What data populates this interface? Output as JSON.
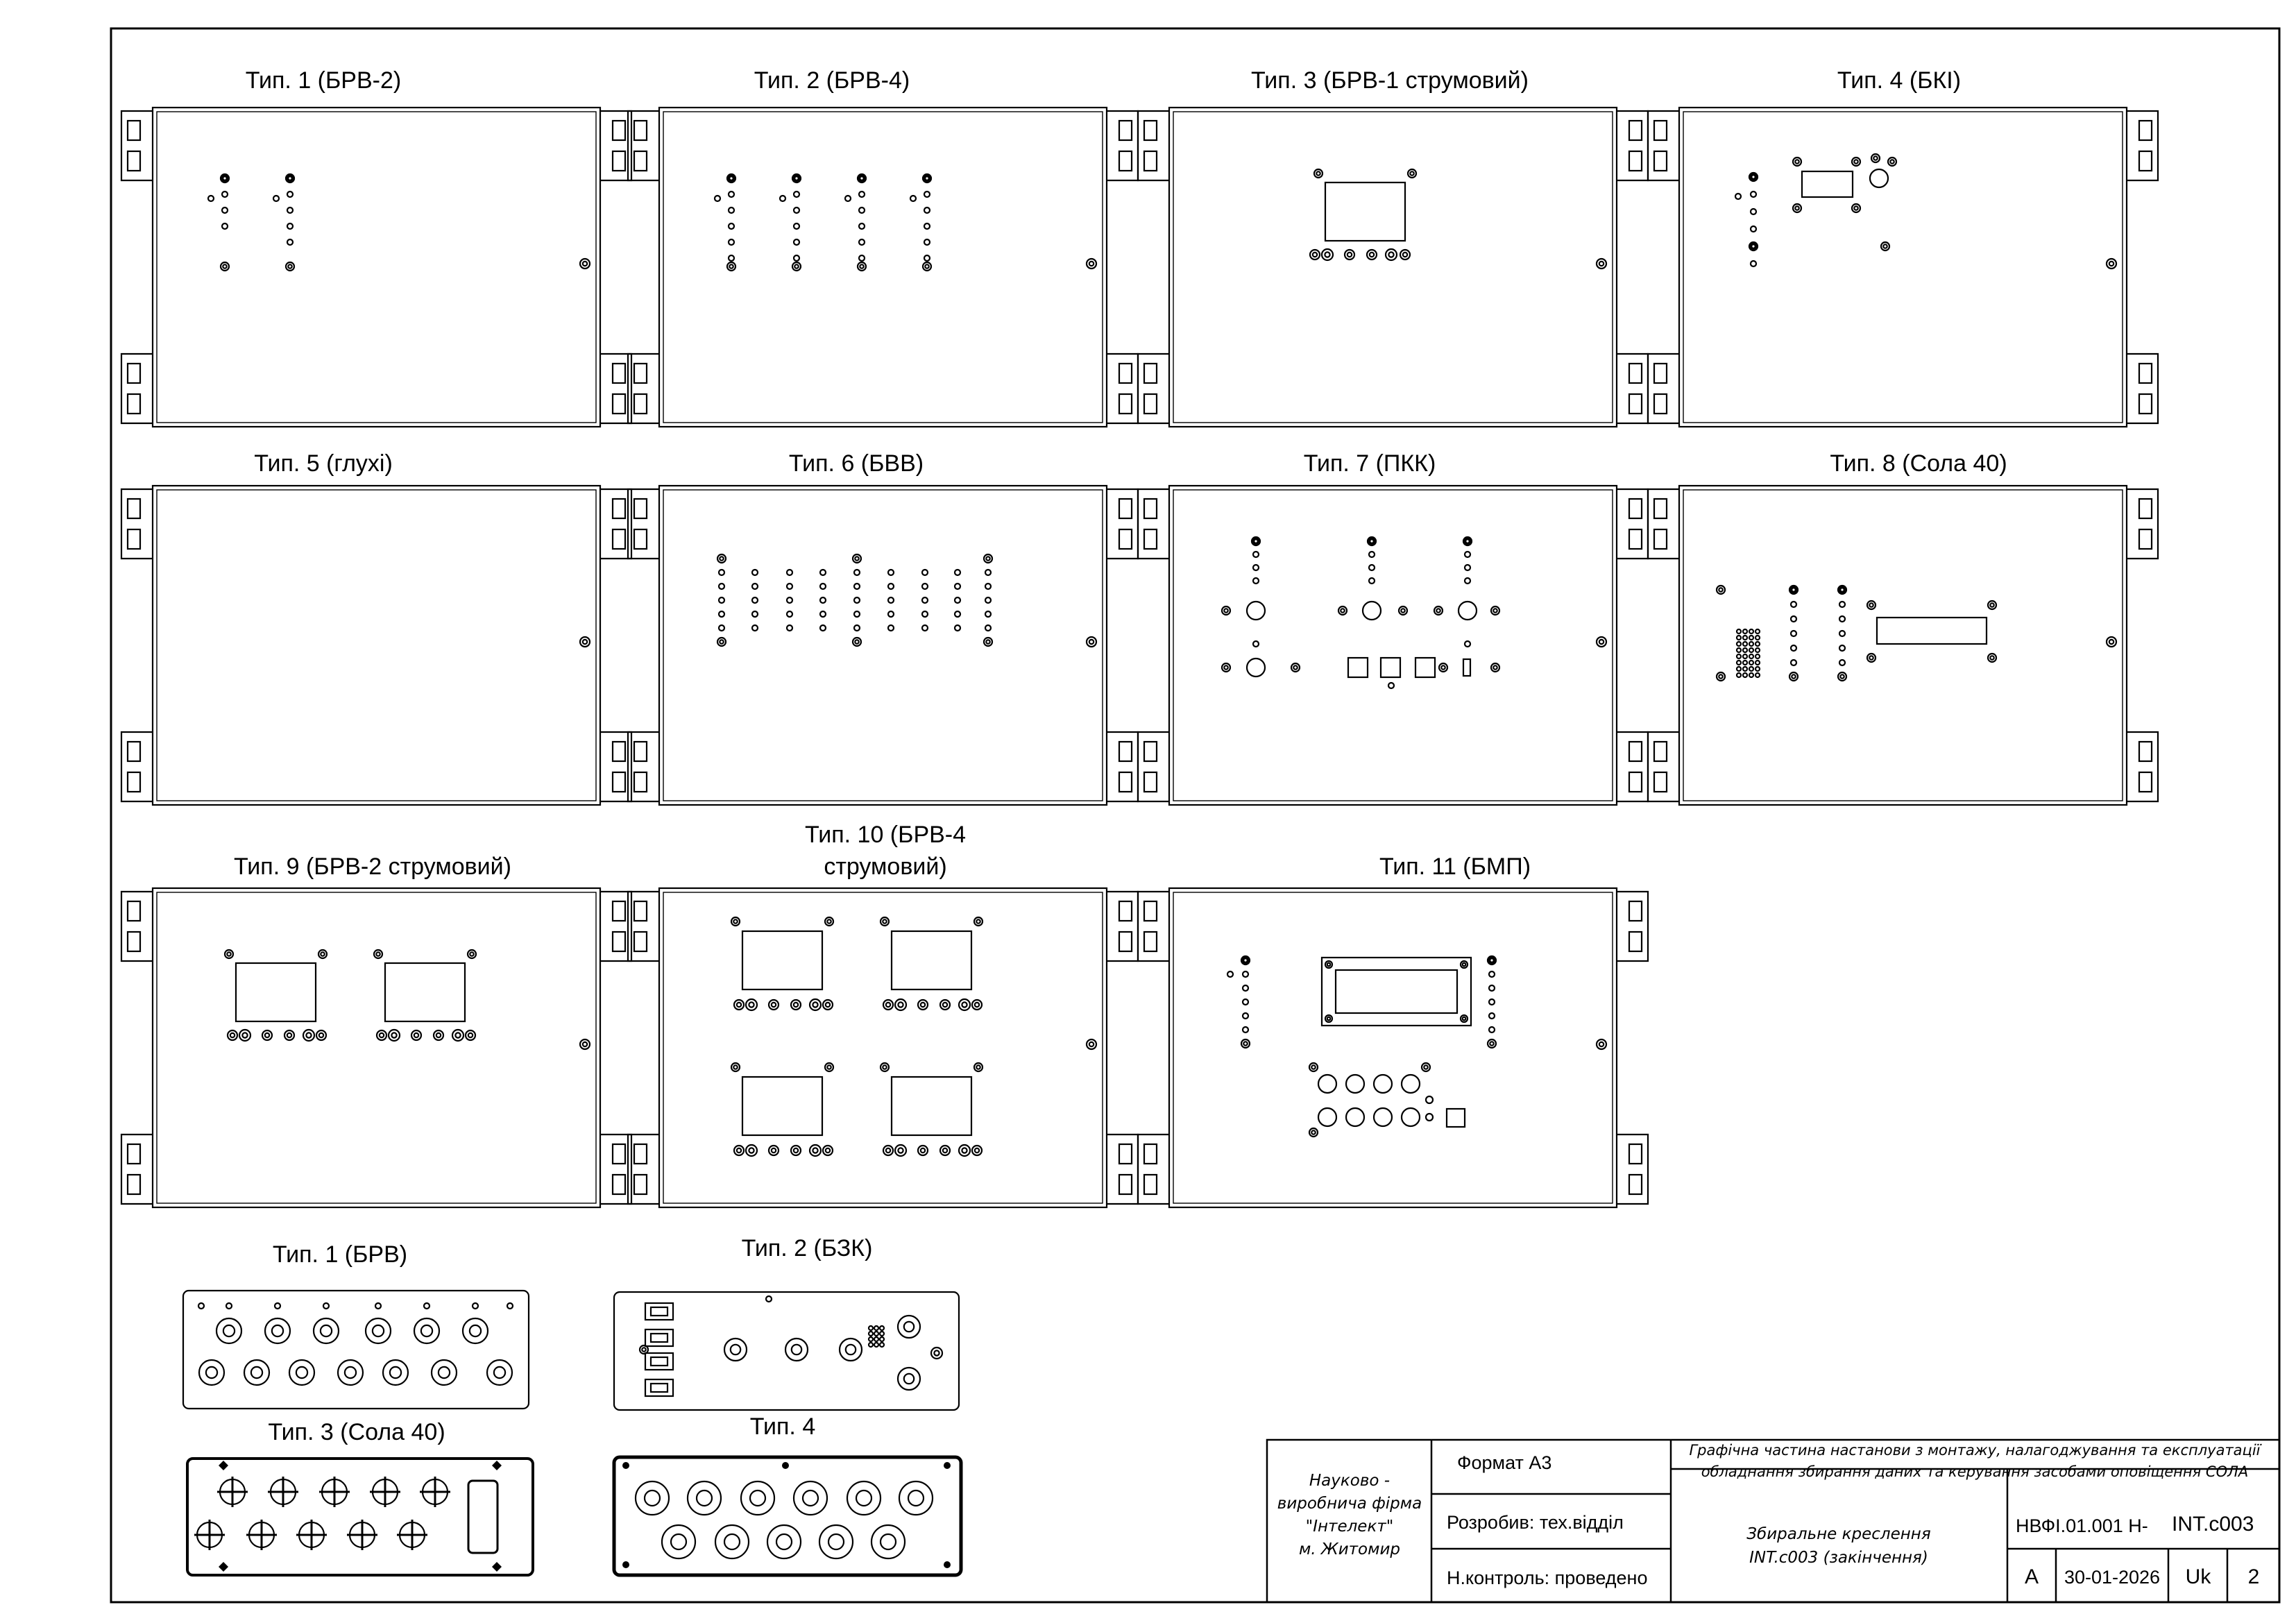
{
  "titles": {
    "t1": "Тип. 1 (БРВ-2)",
    "t2": "Тип. 2 (БРВ-4)",
    "t3": "Тип. 3 (БРВ-1 струмовий)",
    "t4": "Тип. 4 (БКІ)",
    "t5": "Тип. 5 (глухі)",
    "t6": "Тип. 6 (БВВ)",
    "t7": "Тип. 7 (ПКК)",
    "t8": "Тип. 8 (Сола 40)",
    "t9": "Тип. 9 (БРВ-2 струмовий)",
    "t10_line1": "Тип. 10 (БРВ-4",
    "t10_line2": "струмовий)",
    "t11": "Тип. 11 (БМП)",
    "p1": "Тип. 1 (БРВ)",
    "p2": "Тип. 2 (БЗК)",
    "p3": "Тип. 3 (Сола 40)",
    "p4": "Тип. 4"
  },
  "title_block": {
    "company_line1": "Науково -",
    "company_line2": "виробнича фірма",
    "company_line3": "\"Інтелект\"",
    "company_line4": "м. Житомир",
    "format": "Формат А3",
    "developed_by": "Розробив: тех.відділ",
    "norm_control": "Н.контроль: проведено",
    "doc_title_line1": "Графічна частина настанови з монтажу, налагоджування та експлуатації",
    "doc_title_line2": "обладнання збирання даних та керування засобами оповіщення СОЛА",
    "drawing_line1": "Збиральне креслення",
    "drawing_line2": "INT.c003 (закінчення)",
    "doc_code": "НВФІ.01.001 Н-",
    "doc_code_suffix": "INT.c003",
    "letter": "А",
    "date": "30-01-2026",
    "lang": "Uk",
    "sheet": "2"
  }
}
